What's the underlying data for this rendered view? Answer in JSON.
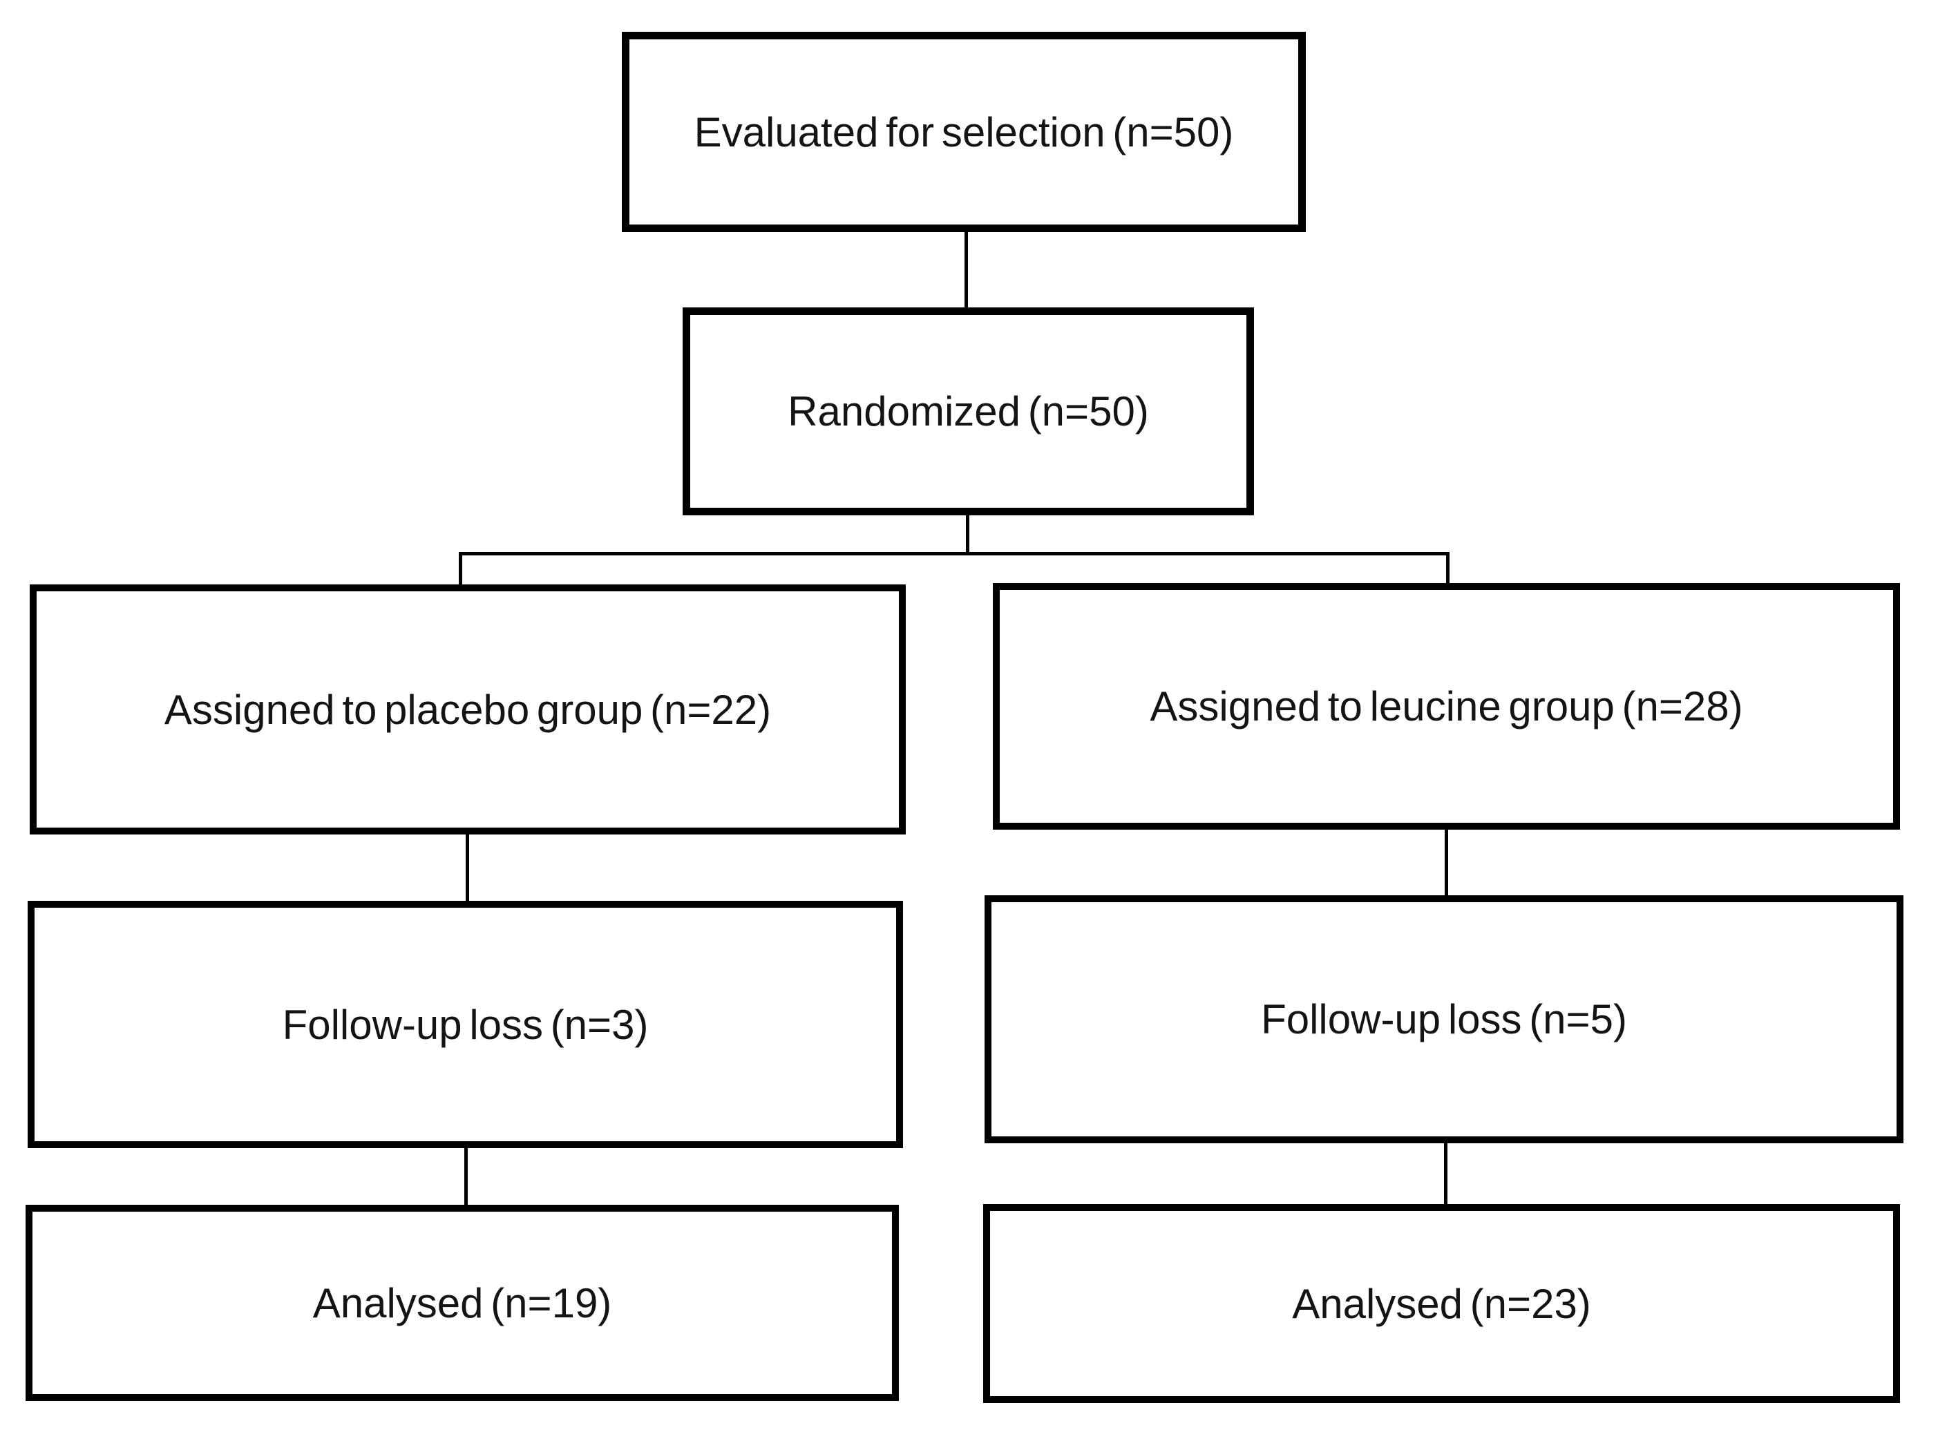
{
  "flowchart": {
    "background": "#ffffff",
    "box_fill": "#ffffff",
    "box_border_color": "#000000",
    "text_color": "#141414",
    "boxes": [
      {
        "id": "evaluated",
        "label": "Evaluated for selection (n=50)"
      },
      {
        "id": "randomized",
        "label": "Randomized (n=50)"
      },
      {
        "id": "assigned-placebo",
        "label": "Assigned to placebo group (n=22)"
      },
      {
        "id": "assigned-leucine",
        "label": "Assigned to leucine group (n=28)"
      },
      {
        "id": "followup-placebo",
        "label": "Follow-up loss (n=3)"
      },
      {
        "id": "followup-leucine",
        "label": "Follow-up loss (n=5)"
      },
      {
        "id": "analysed-placebo",
        "label": "Analysed (n=19)"
      },
      {
        "id": "analysed-leucine",
        "label": "Analysed (n=23)"
      }
    ]
  }
}
